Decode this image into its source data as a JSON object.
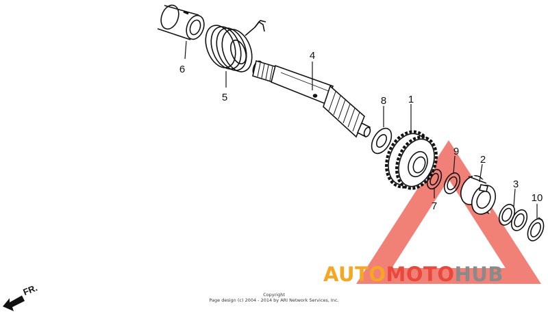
{
  "callouts": {
    "p1": "1",
    "p2": "2",
    "p3": "3",
    "p4": "4",
    "p5": "5",
    "p6": "6",
    "p7": "7",
    "p8": "8",
    "p9": "9",
    "p10": "10"
  },
  "direction": {
    "label": "FR."
  },
  "copyright": {
    "line1": "Copyright",
    "line2": "Page design (c) 2004 - 2014 by ARI Network Services, Inc."
  },
  "watermark": {
    "part1": "AUTO",
    "part2": "MOTO",
    "part3": "HUB",
    "color_orange": "#f5a623",
    "color_red": "#e8493c",
    "color_gray": "#8a8a8a"
  }
}
